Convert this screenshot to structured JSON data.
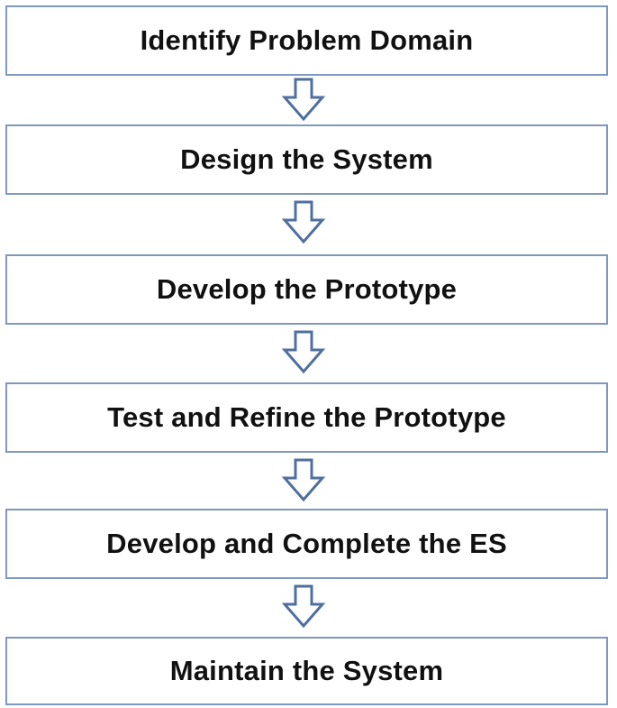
{
  "flowchart": {
    "steps": [
      {
        "label": "Identify Problem Domain"
      },
      {
        "label": "Design the System"
      },
      {
        "label": "Develop the Prototype"
      },
      {
        "label": "Test and Refine the Prototype"
      },
      {
        "label": "Develop and Complete the ES"
      },
      {
        "label": "Maintain the System"
      }
    ],
    "colors": {
      "box_border": "#7e99bf",
      "arrow_stroke": "#4f6f9f",
      "text": "#111111"
    },
    "arrow_icon": "down-arrow-icon"
  }
}
